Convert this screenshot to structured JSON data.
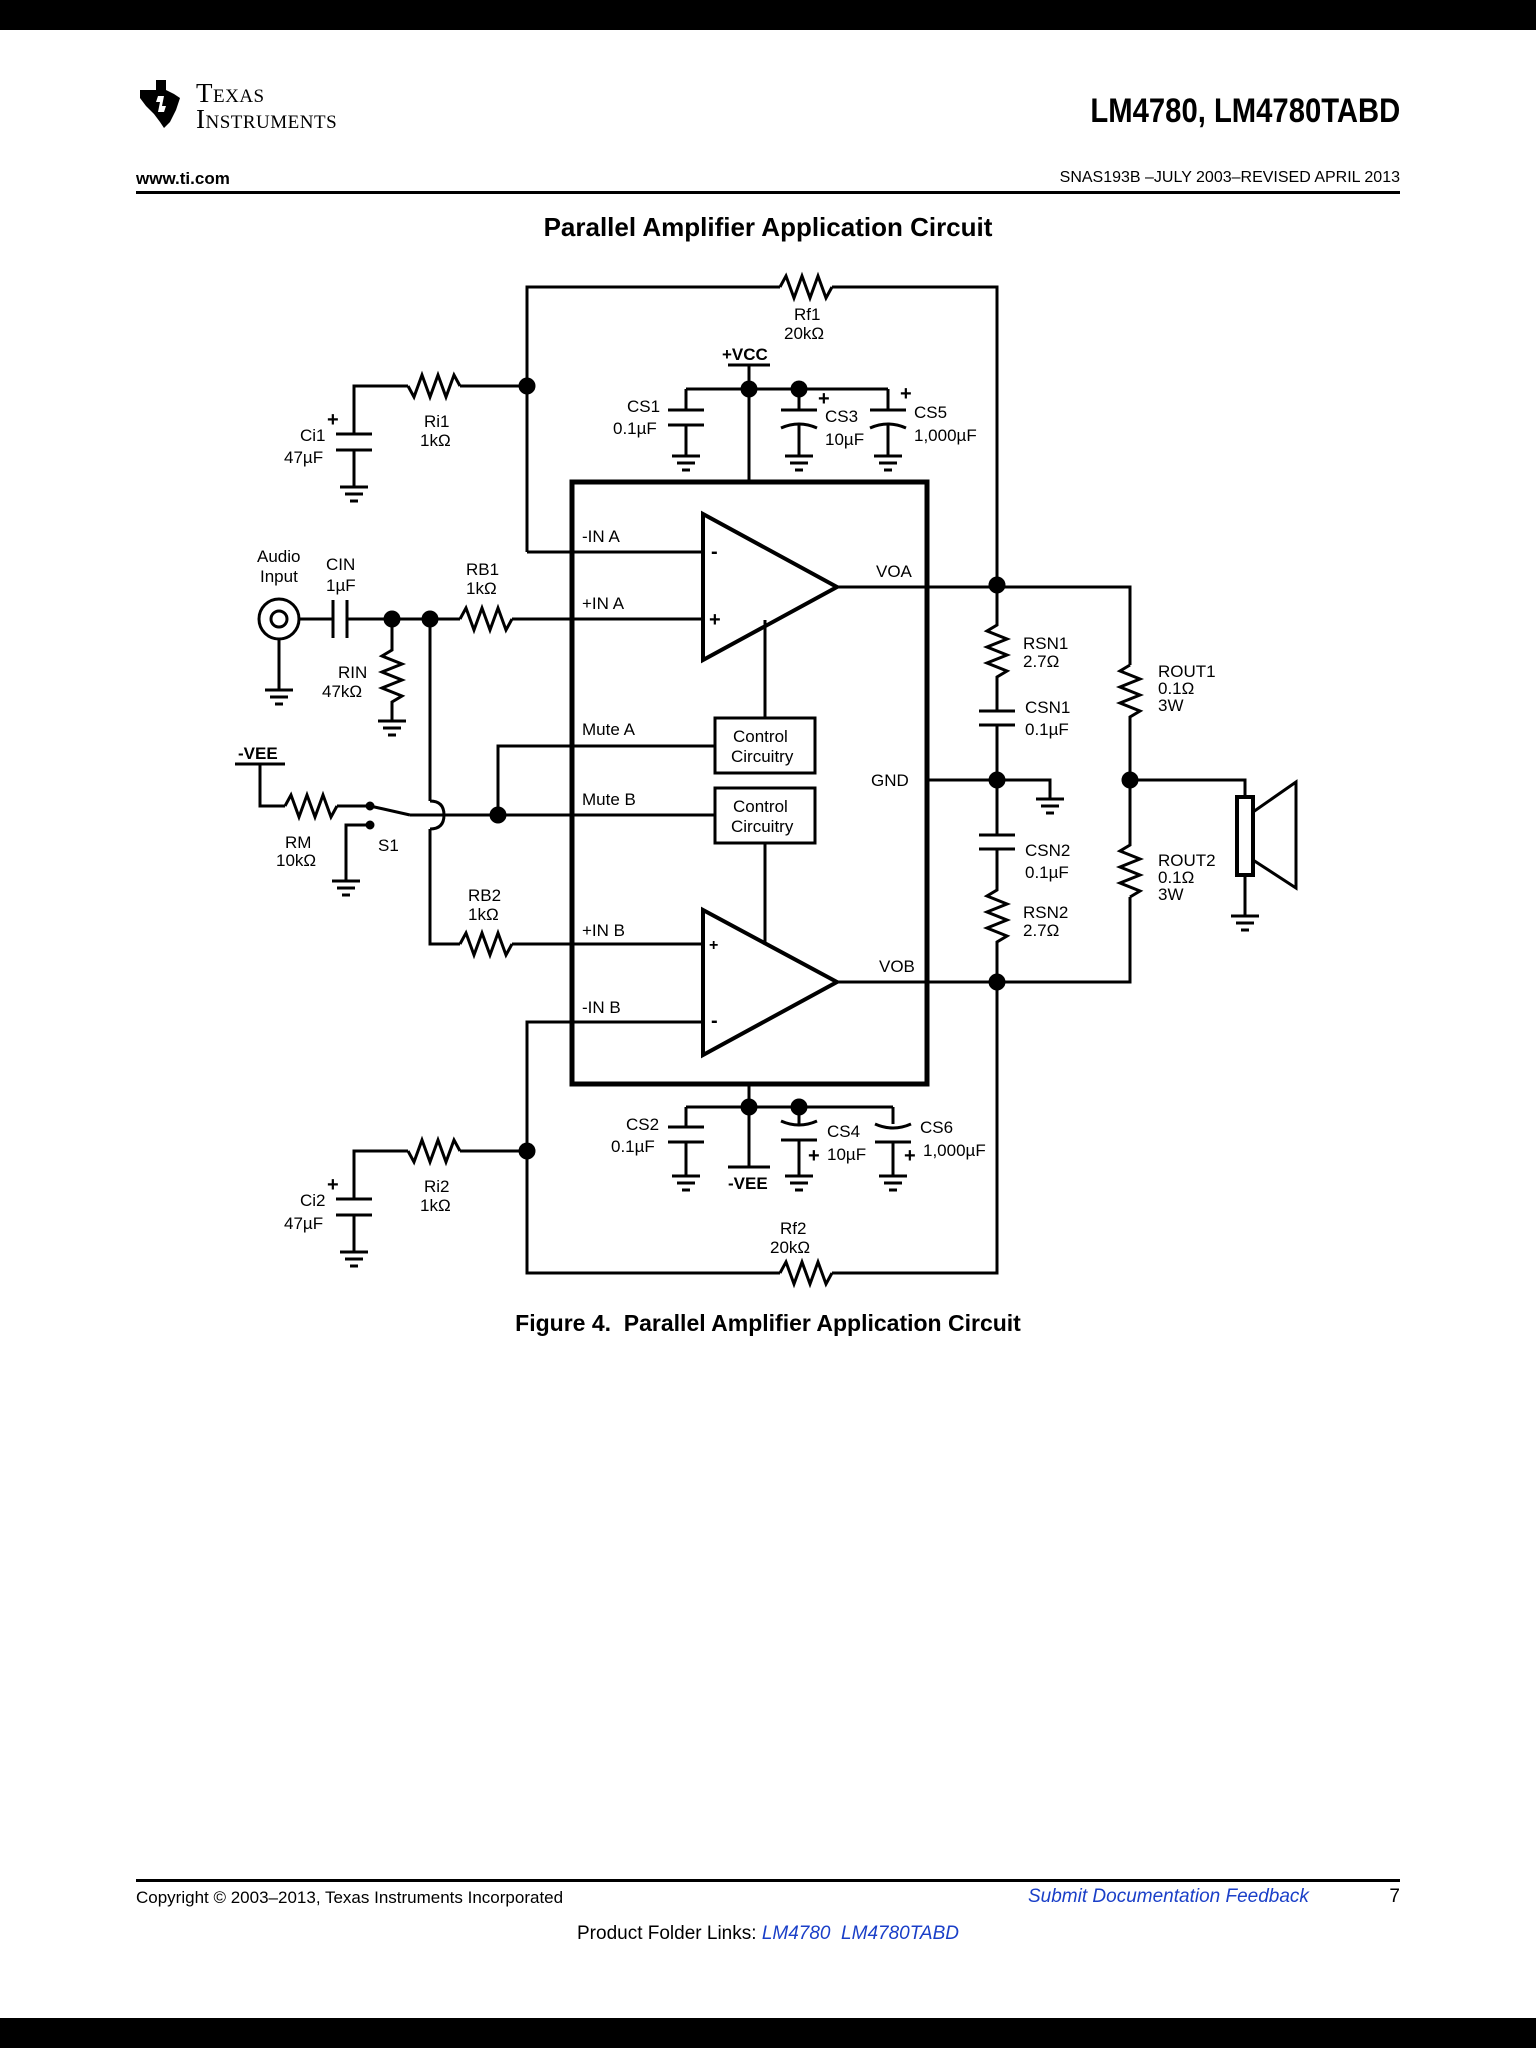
{
  "header": {
    "logo_line1": "Texas",
    "logo_line2": "Instruments",
    "part_title": "LM4780, LM4780TABD",
    "website": "www.ti.com",
    "doc_number": "SNAS193B –JULY 2003–REVISED APRIL 2013"
  },
  "section_title": "Parallel Amplifier Application Circuit",
  "figure_caption": "Figure 4.  Parallel Amplifier Application Circuit",
  "schematic": {
    "labels": {
      "rf1": "Rf1",
      "rf1_val": "20kΩ",
      "rf2": "Rf2",
      "rf2_val": "20kΩ",
      "vcc": "+VCC",
      "vee_top": "-VEE",
      "vee_bottom": "-VEE",
      "cs1": "CS1",
      "cs1_val": "0.1µF",
      "cs3": "CS3",
      "cs3_val": "10µF",
      "cs5": "CS5",
      "cs5_val": "1,000µF",
      "cs2": "CS2",
      "cs2_val": "0.1µF",
      "cs4": "CS4",
      "cs4_val": "10µF",
      "cs6": "CS6",
      "cs6_val": "1,000µF",
      "ri1": "Ri1",
      "ri1_val": "1kΩ",
      "ci1": "Ci1",
      "ci1_val": "47µF",
      "ri2": "Ri2",
      "ri2_val": "1kΩ",
      "ci2": "Ci2",
      "ci2_val": "47µF",
      "audio1": "Audio",
      "audio2": "Input",
      "cin": "CIN",
      "cin_val": "1µF",
      "rin": "RIN",
      "rin_val": "47kΩ",
      "rb1": "RB1",
      "rb1_val": "1kΩ",
      "rb2": "RB2",
      "rb2_val": "1kΩ",
      "rm": "RM",
      "rm_val": "10kΩ",
      "s1": "S1",
      "in_a_neg": "-IN A",
      "in_a_pos": "+IN A",
      "in_b_pos": "+IN B",
      "in_b_neg": "-IN B",
      "mute_a": "Mute A",
      "mute_b": "Mute B",
      "control1": "Control",
      "control2": "Circuitry",
      "voa": "VOA",
      "vob": "VOB",
      "gnd": "GND",
      "rsn1": "RSN1",
      "rsn1_val": "2.7Ω",
      "csn1": "CSN1",
      "csn1_val": "0.1µF",
      "csn2": "CSN2",
      "csn2_val": "0.1µF",
      "rsn2": "RSN2",
      "rsn2_val": "2.7Ω",
      "rout1": "ROUT1",
      "rout1_val": "0.1Ω",
      "rout1_w": "3W",
      "rout2": "ROUT2",
      "rout2_val": "0.1Ω",
      "rout2_w": "3W",
      "minus": "-",
      "plus": "+"
    }
  },
  "footer": {
    "copyright": "Copyright © 2003–2013, Texas Instruments Incorporated",
    "feedback": "Submit Documentation Feedback",
    "page_number": "7",
    "folder_prefix": "Product Folder Links: ",
    "link1": "LM4780",
    "link2": "LM4780TABD"
  }
}
